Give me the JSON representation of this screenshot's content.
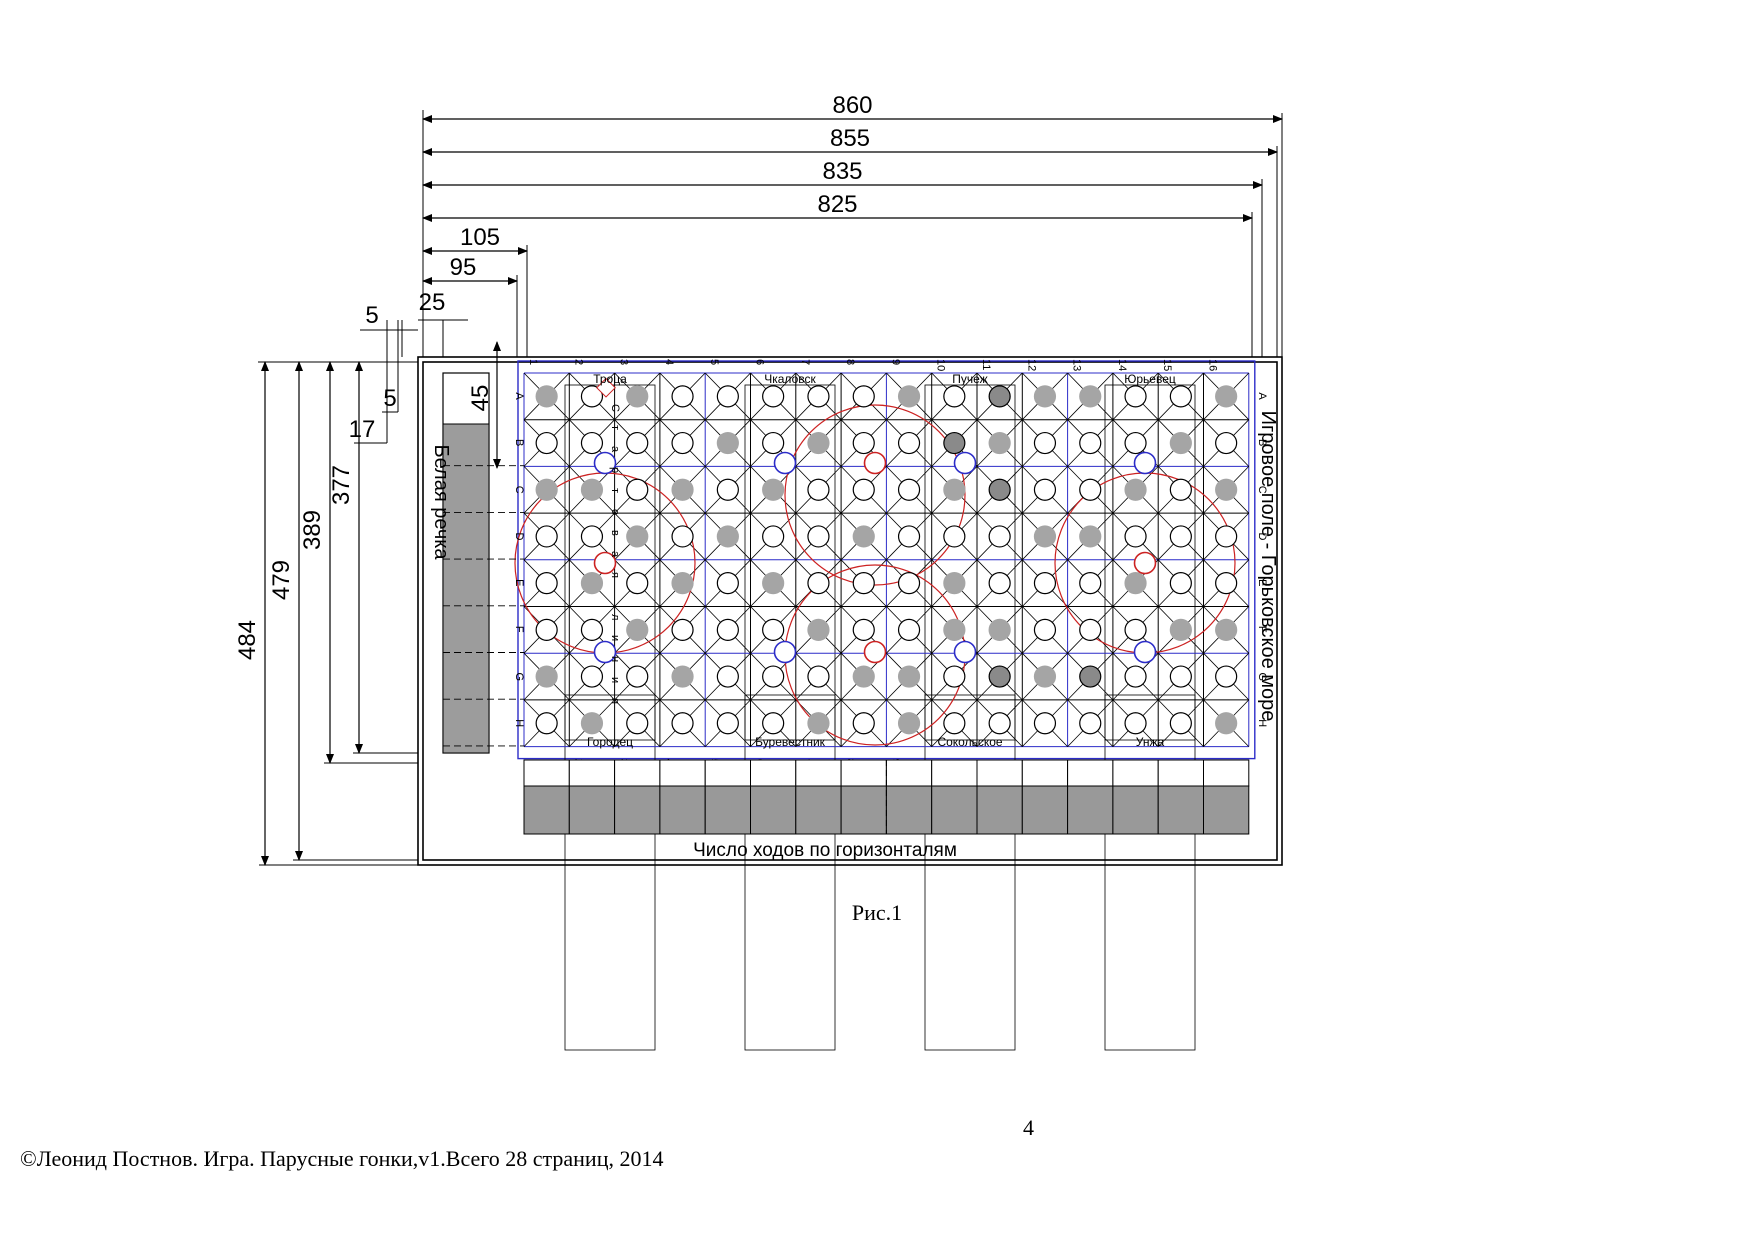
{
  "dimensions": {
    "top": [
      "860",
      "855",
      "835",
      "825",
      "105",
      "95",
      "25",
      "5"
    ],
    "left": [
      "484",
      "479",
      "389",
      "377",
      "17",
      "5",
      "45"
    ]
  },
  "board": {
    "columns": [
      "1",
      "2",
      "3",
      "4",
      "5",
      "6",
      "7",
      "8",
      "9",
      "10",
      "11",
      "12",
      "13",
      "14",
      "15",
      "16"
    ],
    "rows": [
      "A",
      "B",
      "C",
      "D",
      "E",
      "F",
      "G",
      "H"
    ],
    "row_labels_right": [
      "A",
      "B",
      "C",
      "D",
      "E",
      "F",
      "G",
      "H"
    ],
    "side_river_label": "Белая речка",
    "sea_label": "Игровое поле - Горьковское море",
    "start_line_label": "Стартовая линия",
    "bottom_caption": "Число ходов по горизонталям",
    "top_cities": [
      "Троца",
      "Чкаловск",
      "Пучеж",
      "Юрьевец"
    ],
    "bottom_cities": [
      "Городец",
      "Буревестник",
      "Сокольское",
      "Унжа"
    ]
  },
  "colors": {
    "grid_blue": "#2c2cc8",
    "route_red": "#cc2222",
    "filled_gray": "#a5a5a5",
    "bar_gray": "#999999"
  },
  "figure_caption": "Рис.1",
  "page_number": "4",
  "footer": "©Леонид Постнов. Игра. Парусные гонки,v1.Всего 28 страниц, 2014"
}
